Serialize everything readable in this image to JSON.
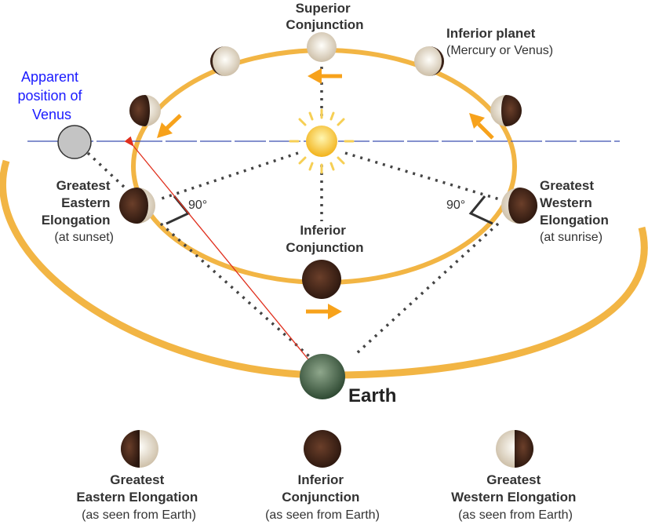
{
  "labels": {
    "superior_conjunction": [
      "Superior",
      "Conjunction"
    ],
    "inferior_planet": [
      "Inferior planet",
      "(Mercury or Venus)"
    ],
    "apparent_position": [
      "Apparent",
      "position of",
      "Venus"
    ],
    "greatest_eastern": [
      "Greatest",
      "Eastern",
      "Elongation",
      "(at sunset)"
    ],
    "greatest_western": [
      "Greatest",
      "Western",
      "Elongation",
      "(at sunrise)"
    ],
    "inferior_conjunction": [
      "Inferior",
      "Conjunction"
    ],
    "earth": "Earth",
    "angle_left": "90°",
    "angle_right": "90°"
  },
  "bottom_phases": [
    {
      "lines": [
        "Greatest",
        "Eastern Elongation",
        "(as seen from Earth)"
      ]
    },
    {
      "lines": [
        "Inferior",
        "Conjunction",
        "(as seen from Earth)"
      ]
    },
    {
      "lines": [
        "Greatest",
        "Western Elongation",
        "(as seen from Earth)"
      ]
    }
  ],
  "colors": {
    "orbit": "#f2b544",
    "arrow": "#f7a21b",
    "horizon": "#3b4fb0",
    "sight_line": "#e0301e",
    "dark_side": "#3a2218",
    "lit_side": "#efe9de"
  }
}
